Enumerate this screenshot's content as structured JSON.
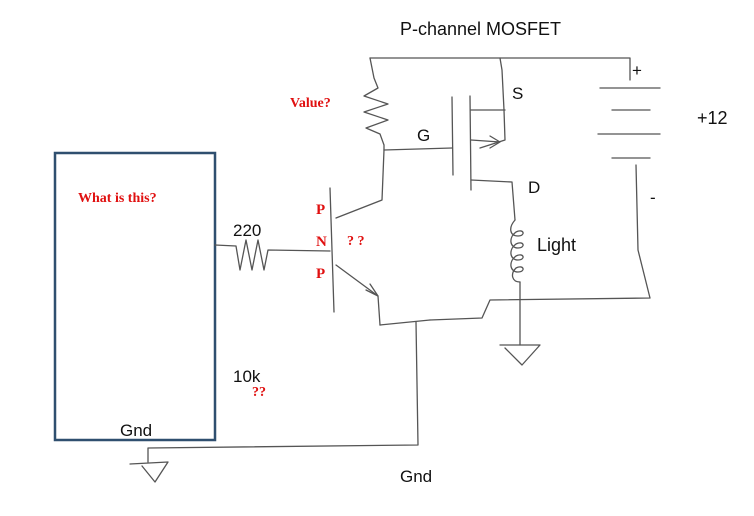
{
  "labels": {
    "title": "P-channel MOSFET",
    "plus": "+",
    "minus": "-",
    "voltage": "+12",
    "source": "S",
    "gate": "G",
    "drain": "D",
    "light": "Light",
    "r220": "220",
    "r10k": "10k",
    "gnd_box": "Gnd",
    "gnd_bottom": "Gnd"
  },
  "annotations": {
    "value_q": "Value?",
    "what_is_this": "What is this?",
    "p_top": "P",
    "n_mid": "N",
    "p_bottom": "P",
    "pnp_q": "? ?",
    "r10k_q": "??"
  },
  "colors": {
    "annotation": "#e01010",
    "wire": "#555555",
    "box": "#2f4f6f",
    "text": "#111111"
  }
}
